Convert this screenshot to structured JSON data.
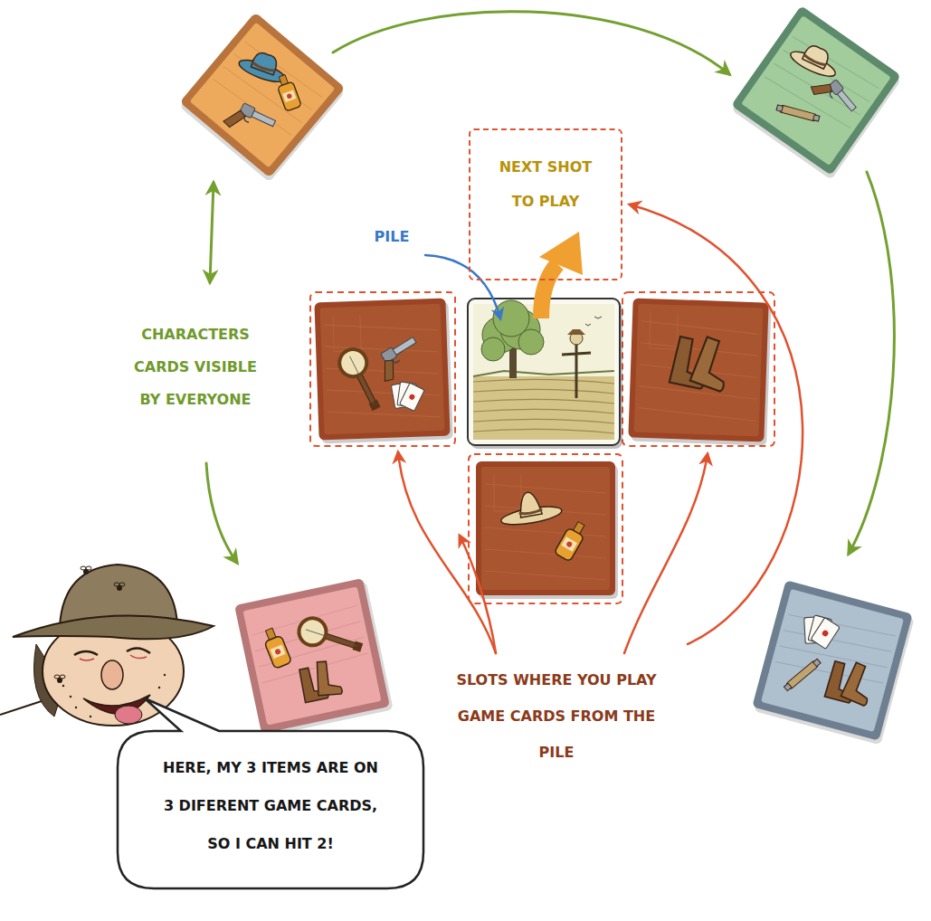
{
  "diagram": {
    "nodes": [
      {
        "text": [
          "NEXT SHOT TO PLAY"
        ]
      },
      {
        "text": [
          "HERE, MY 3 ITEMS ARE ON 3 DIFERENT GAME CARDS, SO I CAN HIT 2!"
        ]
      }
    ],
    "labels": [
      "PILE",
      "CHARACTERS CARDS VISIBLE BY EVERYONE",
      "SLOTS WHERE YOU PLAY GAME CARDS FROM THE PILE"
    ]
  }
}
